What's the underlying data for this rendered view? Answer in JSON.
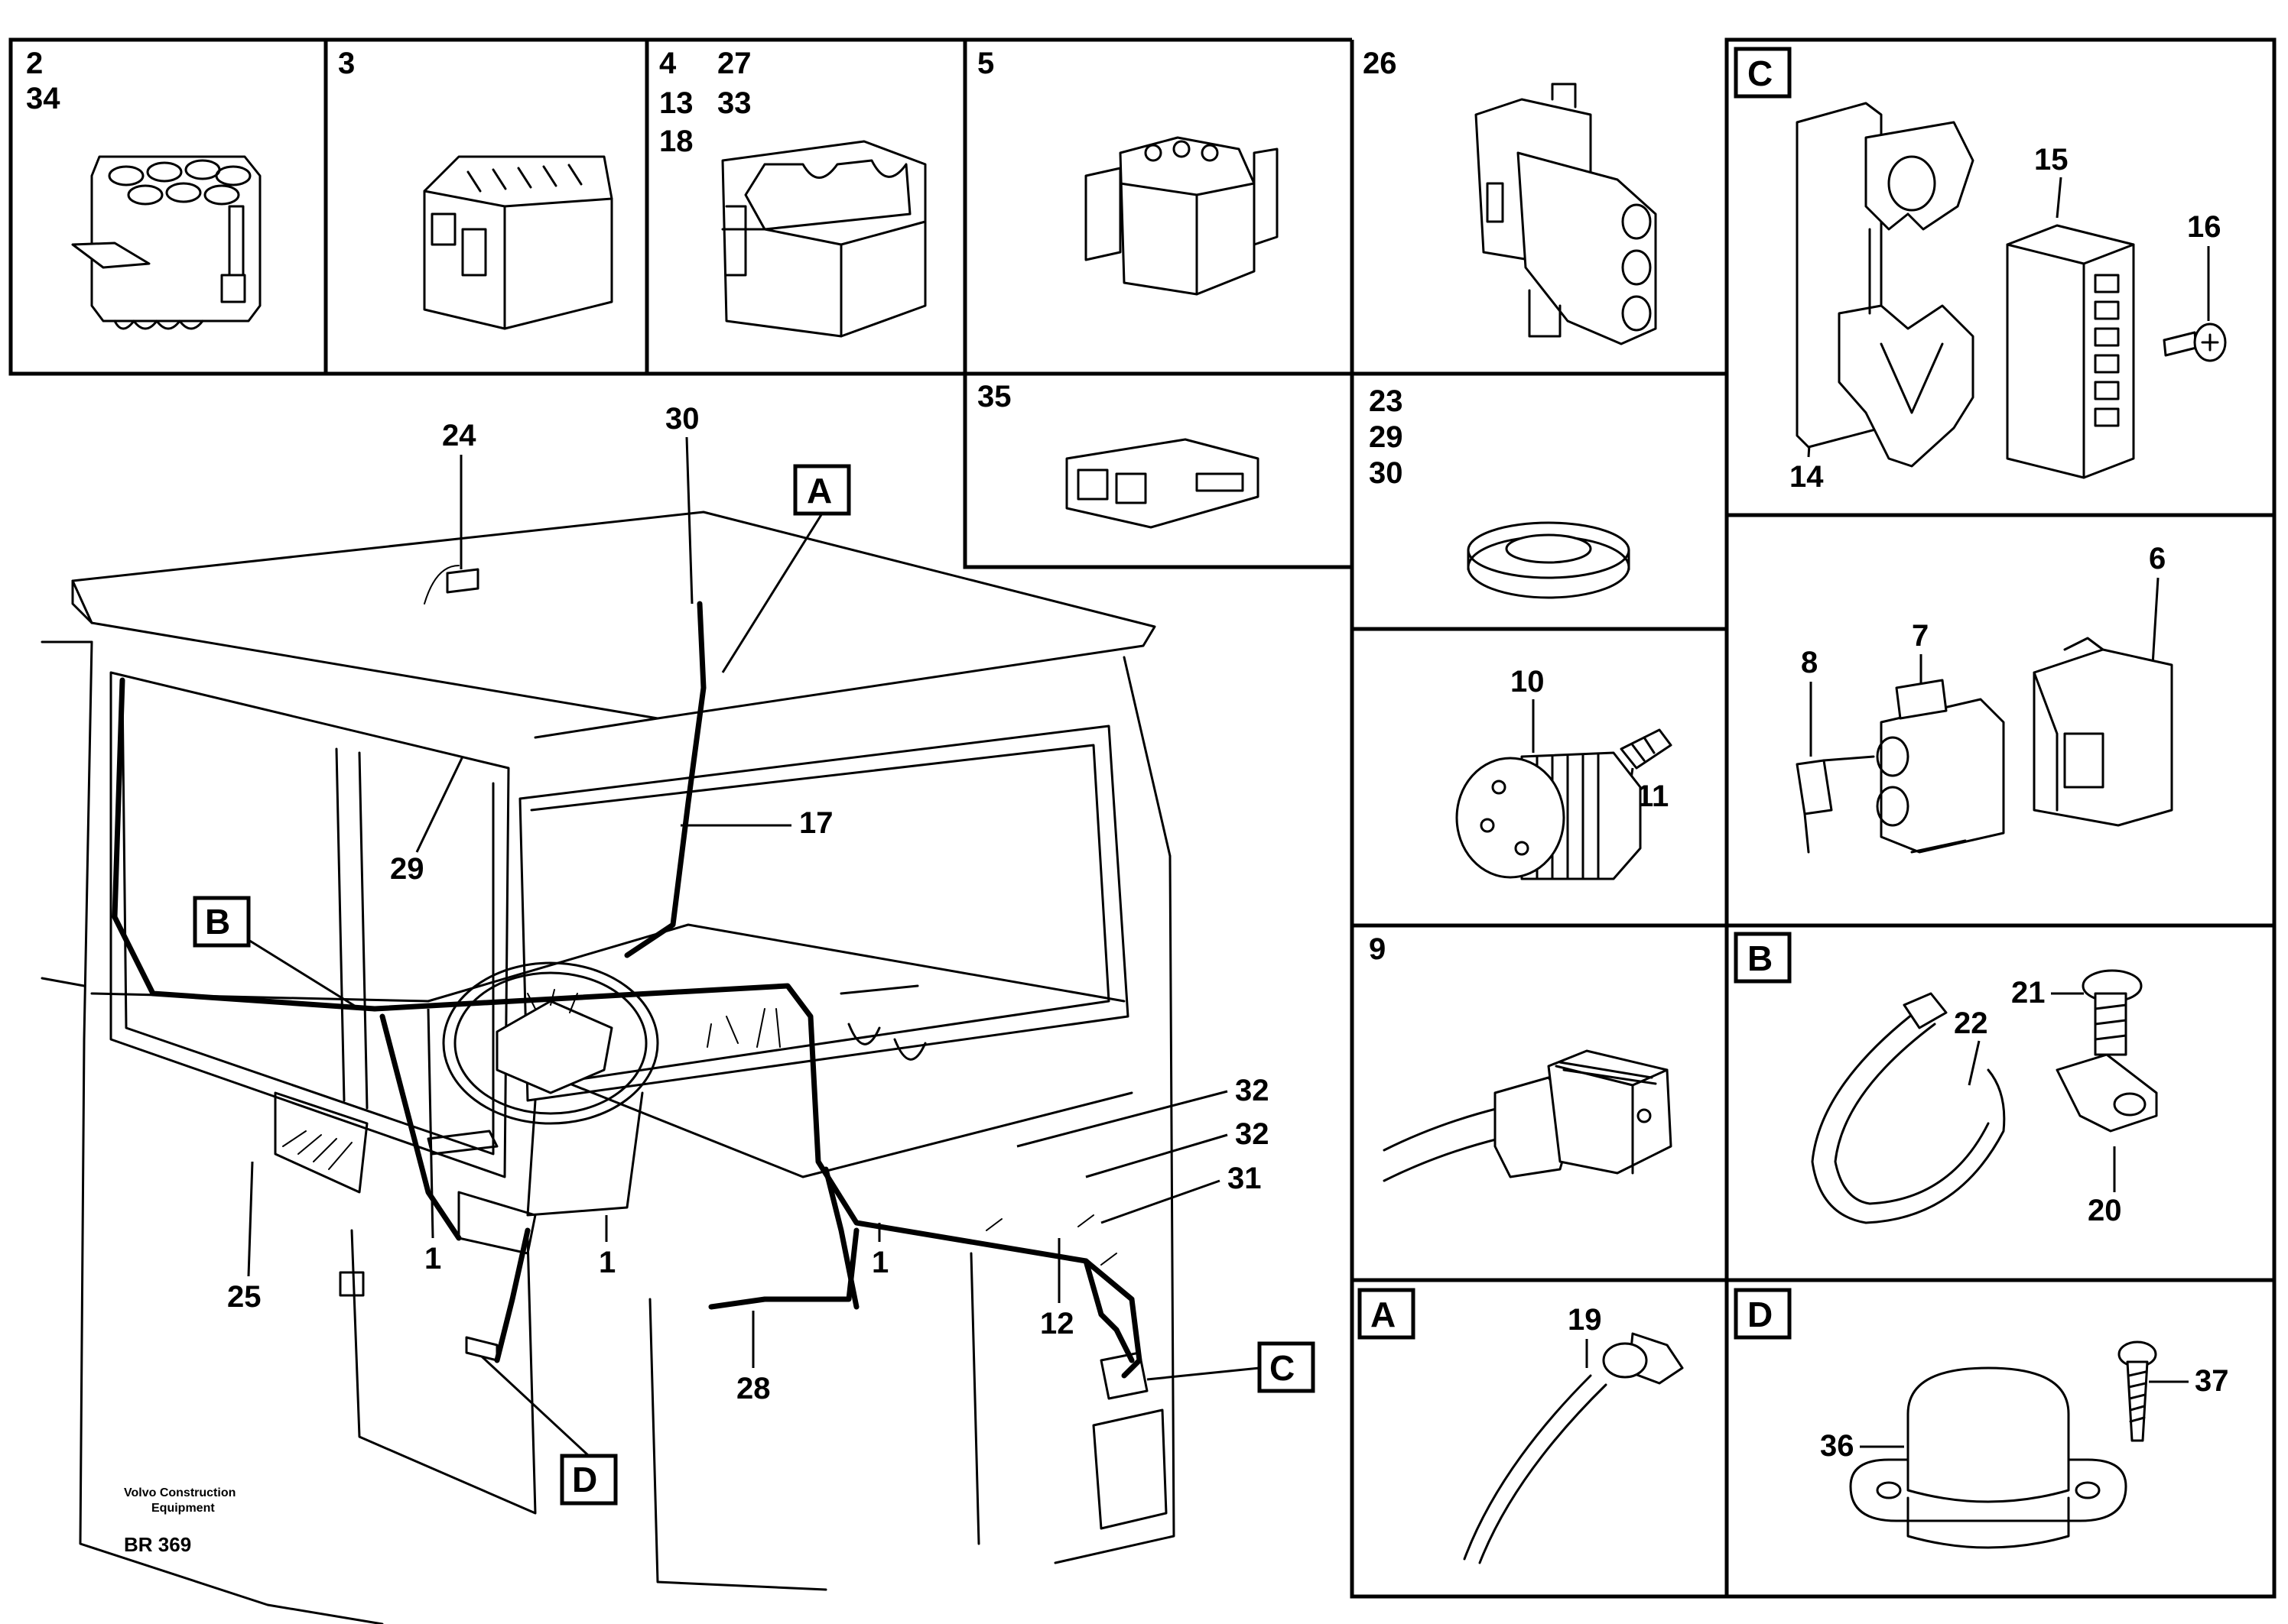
{
  "diagram": {
    "manufacturer_line1": "Volvo Construction",
    "manufacturer_line2": "Equipment",
    "drawing_code": "BR 369"
  },
  "detail_panels": {
    "p1": [
      "2",
      "34"
    ],
    "p2": [
      "3"
    ],
    "p3": [
      "4",
      "27",
      "13",
      "33",
      "18"
    ],
    "p4": [
      "5"
    ],
    "p5": [
      "26"
    ],
    "p6": [
      "35"
    ],
    "p7": [
      "23",
      "29",
      "30"
    ],
    "p8": [
      "10",
      "11"
    ],
    "p9": [
      "9"
    ],
    "pC": [
      "C",
      "15",
      "16",
      "14"
    ],
    "p6b": [
      "6",
      "7",
      "8"
    ],
    "pB": [
      "B",
      "21",
      "22",
      "20"
    ],
    "pA": [
      "A",
      "19"
    ],
    "pD": [
      "D",
      "37",
      "36"
    ]
  },
  "main_callouts": [
    "24",
    "30",
    "A",
    "29",
    "17",
    "B",
    "32",
    "32",
    "31",
    "1",
    "1",
    "1",
    "25",
    "12",
    "28",
    "C",
    "D"
  ]
}
